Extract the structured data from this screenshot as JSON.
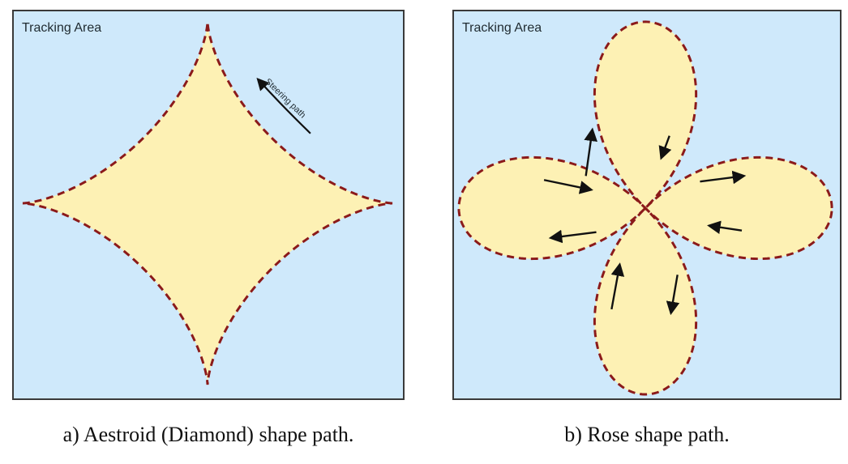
{
  "colors": {
    "tracking_area_fill": "#cfe9fb",
    "shape_fill": "#fdf1b4",
    "dashed_outline": "#8b1a1a",
    "arrow": "#111111",
    "panel_border": "#3a3a3a"
  },
  "diagram_a": {
    "area_label": "Tracking Area",
    "annotation": "Steering path",
    "caption": "a) Aestroid (Diamond) shape path."
  },
  "diagram_b": {
    "area_label": "Tracking Area",
    "caption": "b) Rose shape path."
  }
}
